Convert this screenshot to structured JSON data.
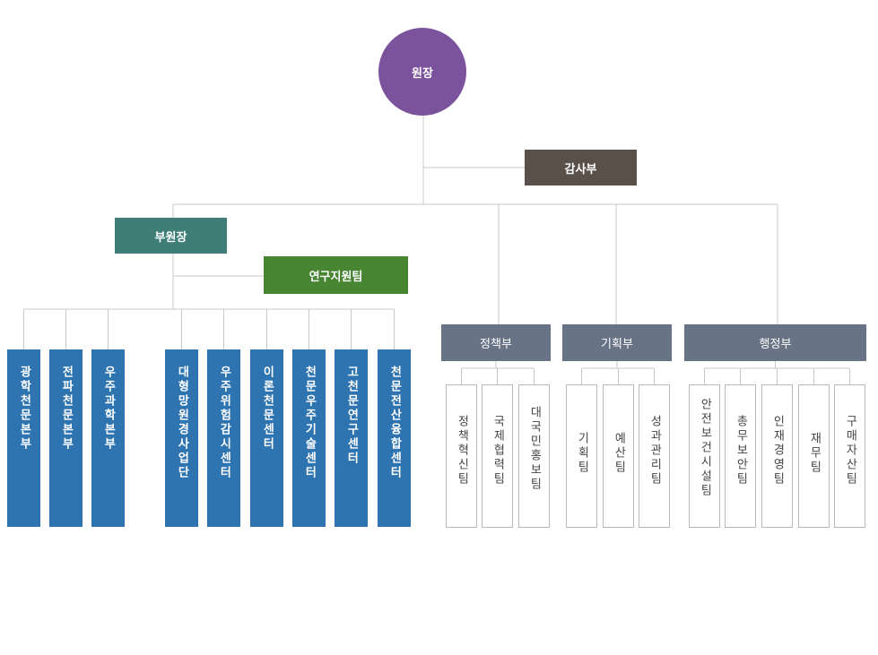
{
  "colors": {
    "line": "#c8c8c8",
    "director": "#7b539d",
    "audit": "#5a504a",
    "vice": "#3d7f77",
    "support": "#478533",
    "unit": "#2e74b0",
    "dept": "#697386",
    "team_border": "#b9b9b9"
  },
  "root": {
    "label": "원장"
  },
  "audit": {
    "label": "감사부"
  },
  "vice": {
    "label": "부원장"
  },
  "support": {
    "label": "연구지원팀"
  },
  "units": [
    "광학천문본부",
    "전파천문본부",
    "우주과학본부",
    "대형망원경사업단",
    "우주위험감시센터",
    "이론천문센터",
    "천문우주기술센터",
    "고천문연구센터",
    "천문전산융합센터"
  ],
  "departments": [
    {
      "label": "정책부",
      "teams": [
        "정책혁신팀",
        "국제협력팀",
        "대국민홍보팀"
      ]
    },
    {
      "label": "기획부",
      "teams": [
        "기획팀",
        "예산팀",
        "성과관리팀"
      ]
    },
    {
      "label": "행정부",
      "teams": [
        "안전보건시설팀",
        "총무보안팀",
        "인재경영팀",
        "재무팀",
        "구매자산팀"
      ]
    }
  ]
}
